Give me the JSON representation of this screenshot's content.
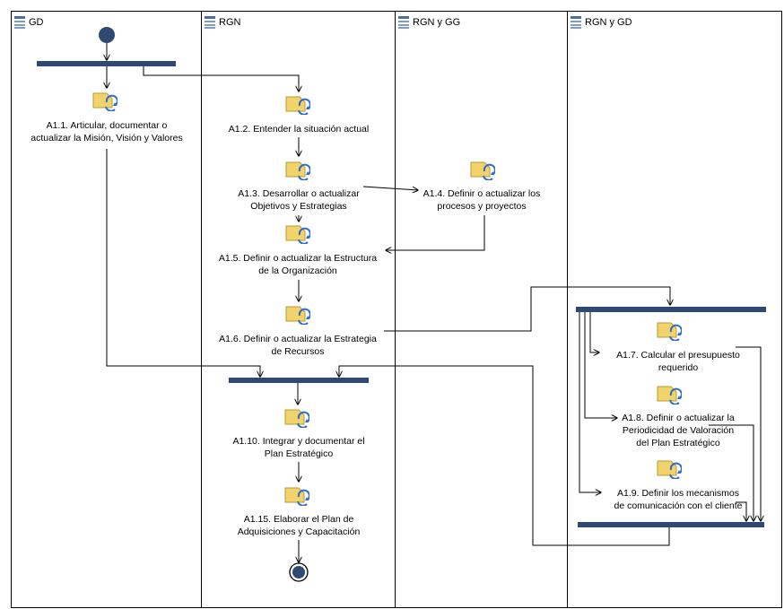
{
  "lanes": [
    {
      "name": "GD"
    },
    {
      "name": "RGN"
    },
    {
      "name": "RGN y GG"
    },
    {
      "name": "RGN y GD"
    }
  ],
  "activities": {
    "a1_1": {
      "line1": "A1.1. Articular, documentar o",
      "line2": "actualizar la Misión, Visión y Valores"
    },
    "a1_2": {
      "line1": "A1.2. Entender la situación actual"
    },
    "a1_3": {
      "line1": "A1.3. Desarrollar o actualizar",
      "line2": "Objetivos y Estrategias"
    },
    "a1_4": {
      "line1": "A1.4. Definir o actualizar los",
      "line2": "procesos y proyectos"
    },
    "a1_5": {
      "line1": "A1.5. Definir o actualizar la Estructura",
      "line2": "de la Organización"
    },
    "a1_6": {
      "line1": "A1.6. Definir o actualizar la Estrategia",
      "line2": "de Recursos"
    },
    "a1_7": {
      "line1": "A1.7. Calcular el presupuesto",
      "line2": "requerido"
    },
    "a1_8": {
      "line1": "A1.8. Definir o actualizar la",
      "line2": "Periodicidad de Valoración",
      "line3": "del Plan Estratégico"
    },
    "a1_9": {
      "line1": "A1.9. Definir los mecanismos",
      "line2": "de comunicación con el cliente"
    },
    "a1_10": {
      "line1": "A1.10. Integrar y documentar el",
      "line2": "Plan Estratégico"
    },
    "a1_15": {
      "line1": "A1.15. Elaborar el Plan de",
      "line2": "Adquisiciones y Capacitación"
    }
  },
  "colors": {
    "bar": "#2f4a72",
    "node": "#2f4a72",
    "icon_fill": "#f2d36b",
    "icon_arrow": "#2a6fc9",
    "lane_icon": "#4a6fa5"
  }
}
